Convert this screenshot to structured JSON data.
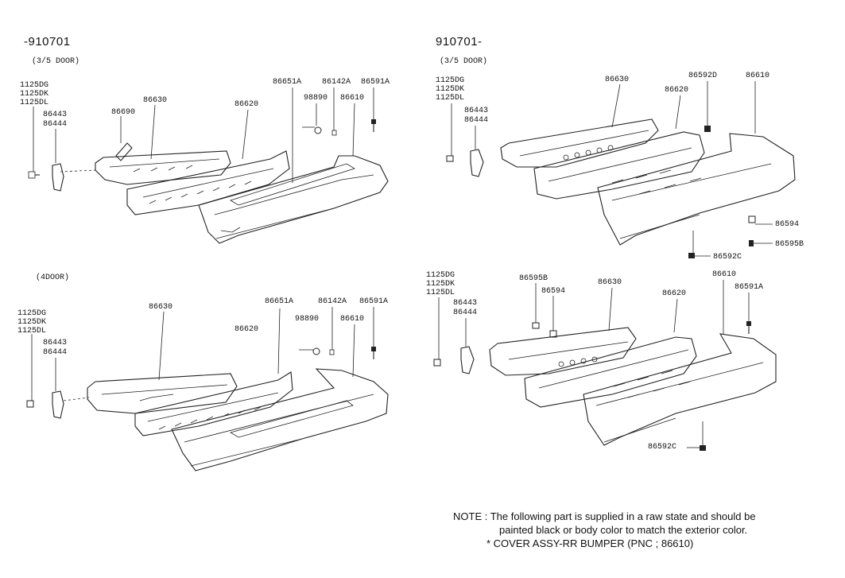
{
  "panels": [
    {
      "heading": "-910701",
      "subheading": "(3/5 DOOR)",
      "labels": {
        "bolt_group": [
          "1125DG",
          "1125DK",
          "1125DL"
        ],
        "bracket_group": [
          "86443",
          "86444"
        ],
        "p86690": "86690",
        "p86630": "86630",
        "p86620": "86620",
        "p86651a": "86651A",
        "p86142a": "86142A",
        "p86591a": "86591A",
        "p98890": "98890",
        "p86610": "86610"
      }
    },
    {
      "heading": "910701-",
      "subheading": "(3/5 DOOR)",
      "labels": {
        "bolt_group": [
          "1125DG",
          "1125DK",
          "1125DL"
        ],
        "bracket_group": [
          "86443",
          "86444"
        ],
        "p86630": "86630",
        "p86592d": "86592D",
        "p86610": "86610",
        "p86620": "86620",
        "p86594": "86594",
        "p86595b": "86595B",
        "p86592c": "86592C"
      }
    },
    {
      "heading": "",
      "subheading": "(4DOOR)",
      "labels": {
        "bolt_group": [
          "1125DG",
          "1125DK",
          "1125DL"
        ],
        "bracket_group": [
          "86443",
          "86444"
        ],
        "p86630": "86630",
        "p86651a": "86651A",
        "p86142a": "86142A",
        "p86591a": "86591A",
        "p86620": "86620",
        "p98890": "98890",
        "p86610": "86610"
      }
    },
    {
      "heading": "",
      "subheading": "",
      "labels": {
        "bolt_group": [
          "1125DG",
          "1125DK",
          "1125DL"
        ],
        "bracket_group": [
          "86443",
          "86444"
        ],
        "p86595b": "86595B",
        "p86594": "86594",
        "p86630": "86630",
        "p86620": "86620",
        "p86610": "86610",
        "p86591a": "86591A",
        "p86592c": "86592C"
      }
    }
  ],
  "note": {
    "line1": "NOTE :  The following part is supplied in a raw state and should be",
    "line2": "painted black or body color to match the exterior color.",
    "line3": "*  COVER ASSY-RR BUMPER (PNC ;  86610)"
  }
}
